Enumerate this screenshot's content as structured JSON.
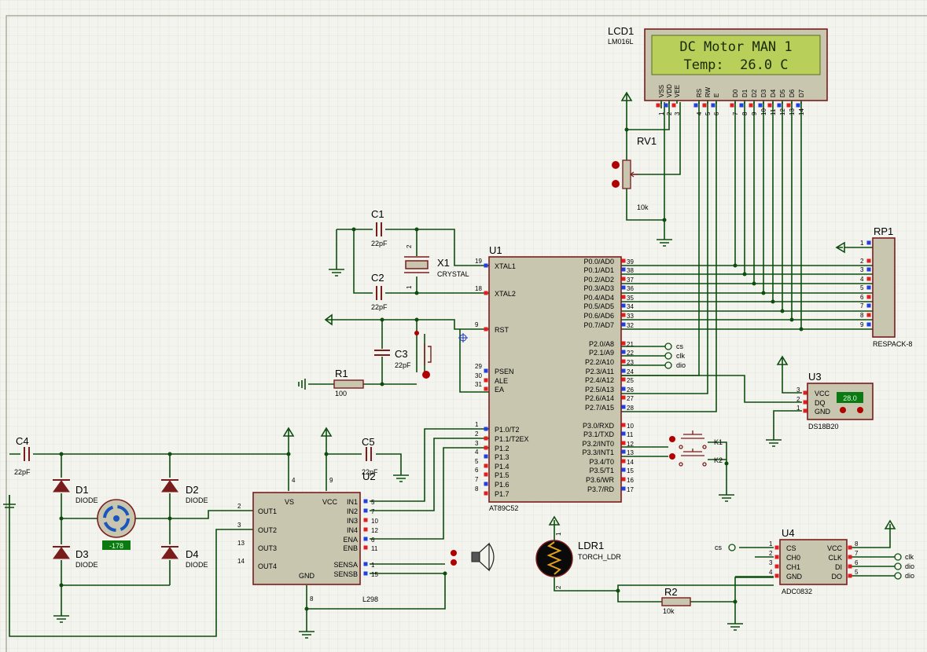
{
  "lcd": {
    "ref": "LCD1",
    "part": "LM016L",
    "line1": "DC Motor MAN 1",
    "line2": "Temp:  26.0 C",
    "pin_names": [
      "VSS",
      "VDD",
      "VEE",
      "RS",
      "RW",
      "E",
      "D0",
      "D1",
      "D2",
      "D3",
      "D4",
      "D5",
      "D6",
      "D7"
    ],
    "pin_nums": [
      "1",
      "2",
      "3",
      "4",
      "5",
      "6",
      "7",
      "8",
      "9",
      "10",
      "11",
      "12",
      "13",
      "14"
    ]
  },
  "rv1": {
    "ref": "RV1",
    "value": "10k"
  },
  "c1": {
    "ref": "C1",
    "value": "22pF",
    "pin": "2"
  },
  "c2": {
    "ref": "C2",
    "value": "22pF"
  },
  "c3": {
    "ref": "C3",
    "value": "22pF"
  },
  "c4": {
    "ref": "C4",
    "value": "22pF"
  },
  "c5": {
    "ref": "C5",
    "value": "22pF"
  },
  "x1": {
    "ref": "X1",
    "value": "CRYSTAL",
    "pin": "1"
  },
  "r1": {
    "ref": "R1",
    "value": "100"
  },
  "r2": {
    "ref": "R2",
    "value": "10k"
  },
  "u1": {
    "ref": "U1",
    "part": "AT89C52",
    "left_pins": [
      {
        "num": "19",
        "name": "XTAL1"
      },
      {
        "num": "18",
        "name": "XTAL2"
      },
      {
        "num": "9",
        "name": "RST"
      },
      {
        "num": "29",
        "name": "PSEN"
      },
      {
        "num": "30",
        "name": "ALE"
      },
      {
        "num": "31",
        "name": "EA"
      },
      {
        "num": "1",
        "name": "P1.0/T2"
      },
      {
        "num": "2",
        "name": "P1.1/T2EX"
      },
      {
        "num": "3",
        "name": "P1.2"
      },
      {
        "num": "4",
        "name": "P1.3"
      },
      {
        "num": "5",
        "name": "P1.4"
      },
      {
        "num": "6",
        "name": "P1.5"
      },
      {
        "num": "7",
        "name": "P1.6"
      },
      {
        "num": "8",
        "name": "P1.7"
      }
    ],
    "right_pins": [
      {
        "num": "39",
        "name": "P0.0/AD0"
      },
      {
        "num": "38",
        "name": "P0.1/AD1"
      },
      {
        "num": "37",
        "name": "P0.2/AD2"
      },
      {
        "num": "36",
        "name": "P0.3/AD3"
      },
      {
        "num": "35",
        "name": "P0.4/AD4"
      },
      {
        "num": "34",
        "name": "P0.5/AD5"
      },
      {
        "num": "33",
        "name": "P0.6/AD6"
      },
      {
        "num": "32",
        "name": "P0.7/AD7"
      },
      {
        "num": "21",
        "name": "P2.0/A8"
      },
      {
        "num": "22",
        "name": "P2.1/A9"
      },
      {
        "num": "23",
        "name": "P2.2/A10"
      },
      {
        "num": "24",
        "name": "P2.3/A11"
      },
      {
        "num": "25",
        "name": "P2.4/A12"
      },
      {
        "num": "26",
        "name": "P2.5/A13"
      },
      {
        "num": "27",
        "name": "P2.6/A14"
      },
      {
        "num": "28",
        "name": "P2.7/A15"
      },
      {
        "num": "10",
        "name": "P3.0/RXD"
      },
      {
        "num": "11",
        "name": "P3.1/TXD"
      },
      {
        "num": "12",
        "name": "P3.2/INT0"
      },
      {
        "num": "13",
        "name": "P3.3/INT1"
      },
      {
        "num": "14",
        "name": "P3.4/T0"
      },
      {
        "num": "15",
        "name": "P3.5/T1"
      },
      {
        "num": "16",
        "name": "P3.6/WR"
      },
      {
        "num": "17",
        "name": "P3.7/RD"
      }
    ]
  },
  "net_labels": {
    "cs": "cs",
    "clk": "clk",
    "dio": "dio"
  },
  "rp1": {
    "ref": "RP1",
    "part": "RESPACK-8",
    "pins": [
      "1",
      "2",
      "3",
      "4",
      "5",
      "6",
      "7",
      "8",
      "9"
    ]
  },
  "u3": {
    "ref": "U3",
    "part": "DS18B20",
    "reading": "28.0",
    "pins": [
      {
        "num": "3",
        "name": "VCC"
      },
      {
        "num": "2",
        "name": "DQ"
      },
      {
        "num": "1",
        "name": "GND"
      }
    ]
  },
  "keys": {
    "k1": "K1",
    "k2": "K2"
  },
  "u2": {
    "ref": "U2",
    "part": "L298",
    "left_pins": [
      {
        "num": "2",
        "name": "OUT1"
      },
      {
        "num": "3",
        "name": "OUT2"
      },
      {
        "num": "13",
        "name": "OUT3"
      },
      {
        "num": "14",
        "name": "OUT4"
      }
    ],
    "right_pins": [
      {
        "num": "5",
        "name": "IN1"
      },
      {
        "num": "7",
        "name": "IN2"
      },
      {
        "num": "10",
        "name": "IN3"
      },
      {
        "num": "12",
        "name": "IN4"
      },
      {
        "num": "6",
        "name": "ENA"
      },
      {
        "num": "11",
        "name": "ENB"
      },
      {
        "num": "1",
        "name": "SENSA"
      },
      {
        "num": "15",
        "name": "SENSB"
      }
    ],
    "top_pins": [
      {
        "num": "4",
        "name": "VS"
      },
      {
        "num": "9",
        "name": "VCC"
      }
    ],
    "bottom_pin": {
      "num": "8",
      "name": "GND"
    }
  },
  "diodes": [
    {
      "ref": "D1",
      "value": "DIODE"
    },
    {
      "ref": "D2",
      "value": "DIODE"
    },
    {
      "ref": "D3",
      "value": "DIODE"
    },
    {
      "ref": "D4",
      "value": "DIODE"
    }
  ],
  "motor": {
    "reading": "-178"
  },
  "ldr": {
    "ref": "LDR1",
    "part": "TORCH_LDR",
    "pin_top": "1",
    "pin_bottom": "2"
  },
  "u4": {
    "ref": "U4",
    "part": "ADC0832",
    "left_pins": [
      {
        "num": "1",
        "name": "CS"
      },
      {
        "num": "2",
        "name": "CH0"
      },
      {
        "num": "3",
        "name": "CH1"
      },
      {
        "num": "4",
        "name": "GND"
      }
    ],
    "right_pins": [
      {
        "num": "8",
        "name": "VCC"
      },
      {
        "num": "7",
        "name": "CLK"
      },
      {
        "num": "6",
        "name": "DI"
      },
      {
        "num": "5",
        "name": "DO"
      }
    ]
  },
  "colors": {
    "wire": "#0d4d0d",
    "body": "#c9c6b0",
    "outline": "#7a1c1c",
    "lcd_bg": "#b8d05a",
    "lcd_text": "#1a2a08",
    "display_bg": "#0c7a12",
    "display_text": "#d8ffd8",
    "pin_red": "#e02020",
    "pin_blue": "#2040e0"
  }
}
